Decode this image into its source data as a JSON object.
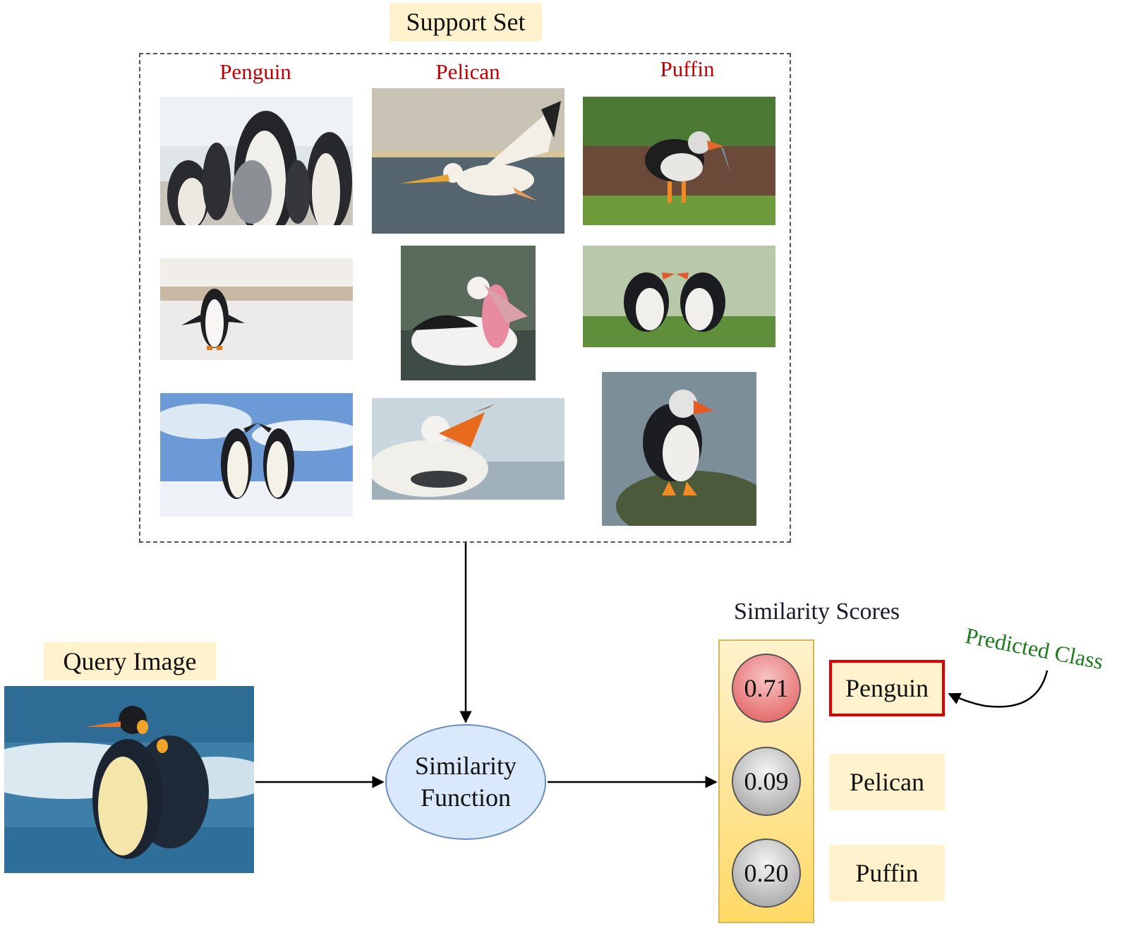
{
  "support_set": {
    "title": "Support Set",
    "classes": [
      {
        "name": "Penguin",
        "images": [
          "penguin-colony",
          "gentoo-penguin",
          "two-king-penguins"
        ]
      },
      {
        "name": "Pelican",
        "images": [
          "pelican-flying",
          "pelican-open-beak",
          "pelican-catching-fish"
        ]
      },
      {
        "name": "Puffin",
        "images": [
          "puffin-with-fish",
          "two-puffins",
          "puffin-on-rock"
        ]
      }
    ]
  },
  "query": {
    "title": "Query Image",
    "image": "king-penguins-in-surf"
  },
  "similarity_function": {
    "line1": "Similarity",
    "line2": "Function"
  },
  "scores": {
    "title": "Similarity Scores",
    "rows": [
      {
        "score": "0.71",
        "label": "Penguin",
        "predicted": true
      },
      {
        "score": "0.09",
        "label": "Pelican",
        "predicted": false
      },
      {
        "score": "0.20",
        "label": "Puffin",
        "predicted": false
      }
    ]
  },
  "predicted_class_note": "Predicted Class",
  "colors": {
    "class_header": "#c00000",
    "highlight": "#fff2cc",
    "ellipse_fill": "#dae8fc",
    "predicted_border": "#e00000",
    "predicted_note": "#1e7a1e"
  }
}
